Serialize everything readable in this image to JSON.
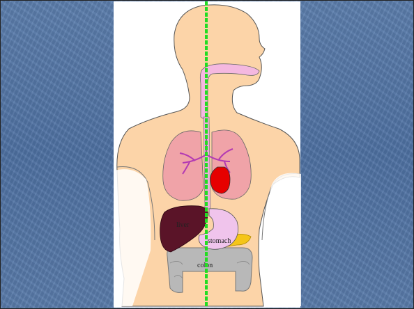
{
  "labels": {
    "liver": "liver",
    "stomach": "stomach",
    "colon": "colon"
  },
  "colors": {
    "background_blue": "#5a7cab",
    "skin": "#fcd4a8",
    "lung": "#f0a3a8",
    "heart": "#e60000",
    "liver": "#5a1428",
    "stomach": "#f0c4ec",
    "pancreas": "#f5c518",
    "colon": "#b8b8b8",
    "trachea": "#f4b8e0",
    "midline": "#22dd22"
  }
}
